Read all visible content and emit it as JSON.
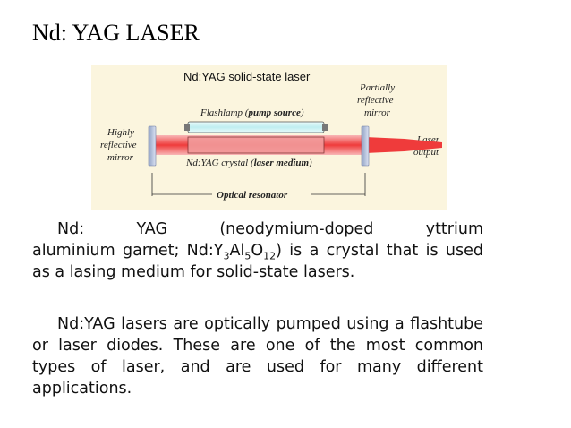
{
  "slide": {
    "title": "Nd: YAG LASER"
  },
  "diagram": {
    "title": "Nd:YAG solid-state laser",
    "flashlamp_label_a": "Flashlamp (",
    "flashlamp_label_b": "pump source",
    "flashlamp_label_c": ")",
    "crystal_label_a": "Nd:YAG crystal (",
    "crystal_label_b": "laser medium",
    "crystal_label_c": ")",
    "mirror_left_1": "Highly",
    "mirror_left_2": "reflective",
    "mirror_left_3": "mirror",
    "mirror_right_1": "Partially",
    "mirror_right_2": "reflective",
    "mirror_right_3": "mirror",
    "output_1": "Laser",
    "output_2": "output",
    "resonator": "Optical resonator",
    "colors": {
      "background": "#fbf5de",
      "beam": "#ef3b3b",
      "mirror": "#aab8d6",
      "lamp": "#bfeef0"
    }
  },
  "paragraph1": {
    "line1": "Nd: YAG (neodymium-doped yttrium",
    "line2_pre": "aluminium garnet; Nd:Y",
    "sub1": "3",
    "al": "Al",
    "sub2": "5",
    "o": "O",
    "sub3": "12",
    "line2_post": ") is a crystal that is used as a lasing medium for solid-state lasers."
  },
  "paragraph2": {
    "text": "Nd:YAG lasers are optically pumped using a flashtube or laser diodes. These are one of the most common types of laser, and are used for many different applications."
  }
}
